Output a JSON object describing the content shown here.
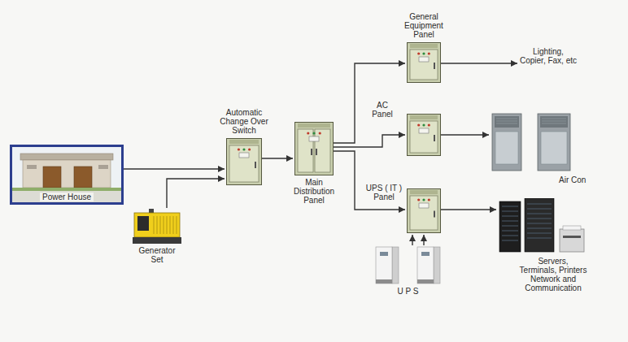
{
  "diagram": {
    "nodes": [
      {
        "text": [
          "Power House"
        ]
      },
      {
        "text": [
          "Generator Set"
        ]
      },
      {
        "text": [
          "Automatic Change Over Switch"
        ]
      },
      {
        "text": [
          "Main Distribution Panel"
        ]
      },
      {
        "text": [
          "General Equipment Panel"
        ]
      },
      {
        "text": [
          "AC Panel"
        ]
      },
      {
        "text": [
          "UPS ( IT ) Panel"
        ]
      },
      {
        "text": [
          "U P S"
        ]
      },
      {
        "text": [
          "Lighting, Copier, Fax, etc"
        ]
      },
      {
        "text": [
          "Air Con"
        ]
      },
      {
        "text": [
          "Servers, Terminals, Printers Network and Communication"
        ]
      }
    ],
    "edges": [
      {
        "from": 0,
        "to": 2,
        "arrow": "to"
      },
      {
        "from": 1,
        "to": 2,
        "arrow": "to"
      },
      {
        "from": 2,
        "to": 3,
        "arrow": "to"
      },
      {
        "from": 3,
        "to": 4,
        "arrow": "to"
      },
      {
        "from": 3,
        "to": 5,
        "arrow": "to"
      },
      {
        "from": 3,
        "to": 6,
        "arrow": "to"
      },
      {
        "from": 4,
        "to": 8,
        "arrow": "to"
      },
      {
        "from": 5,
        "to": 9,
        "arrow": "to"
      },
      {
        "from": 6,
        "to": 10,
        "arrow": "to"
      },
      {
        "from": 7,
        "to": 6,
        "arrow": "to"
      },
      {
        "from": 7,
        "to": 6,
        "arrow": "to"
      }
    ]
  }
}
